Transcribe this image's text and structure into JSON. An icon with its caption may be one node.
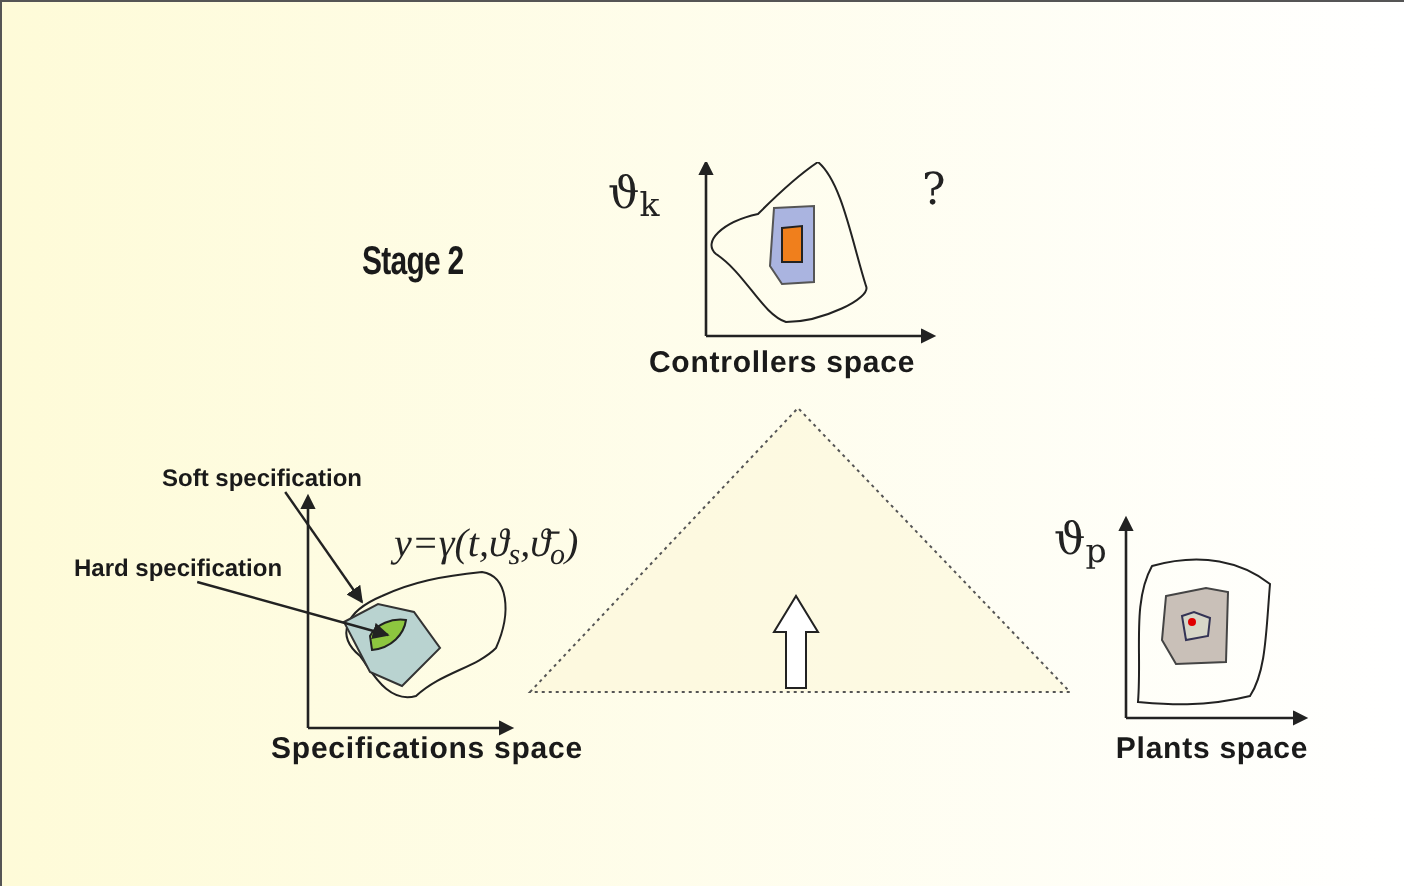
{
  "diagram": {
    "nodes": [
      {
        "text": [
          "Controllers space"
        ]
      },
      {
        "text": [
          "Specifications space"
        ]
      },
      {
        "text": [
          "Soft specification"
        ]
      },
      {
        "text": [
          "Hard specification"
        ]
      },
      {
        "text": [],
        "shape": "blob",
        "in": 1
      },
      {
        "text": [],
        "shape": "blob",
        "in": 4
      },
      {
        "text": [
          "Plants space"
        ]
      }
    ],
    "edges": [
      {
        "from": 2,
        "to": 4,
        "arrow": "to"
      },
      {
        "from": 3,
        "to": 5,
        "arrow": "to"
      }
    ],
    "labels": [
      "Stage 2",
      "ϑ$_{k}$",
      "?",
      "y=γ(t,ϑ$_{s}$,ϑ̄$_{o}$)",
      "ϑ$_{p}$"
    ]
  }
}
